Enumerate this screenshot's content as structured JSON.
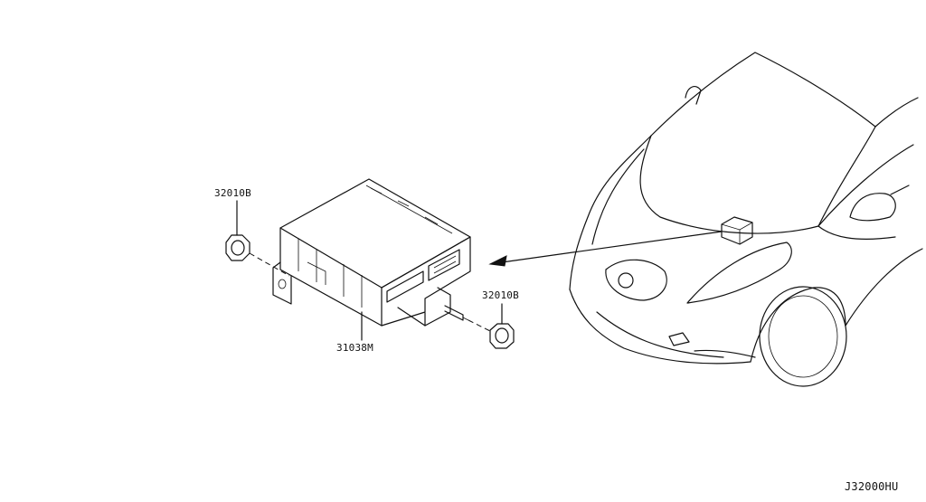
{
  "labels": {
    "nut_left": "32010B",
    "nut_right": "32010B",
    "unit": "31038M",
    "diagram_code": "J32000HU"
  }
}
